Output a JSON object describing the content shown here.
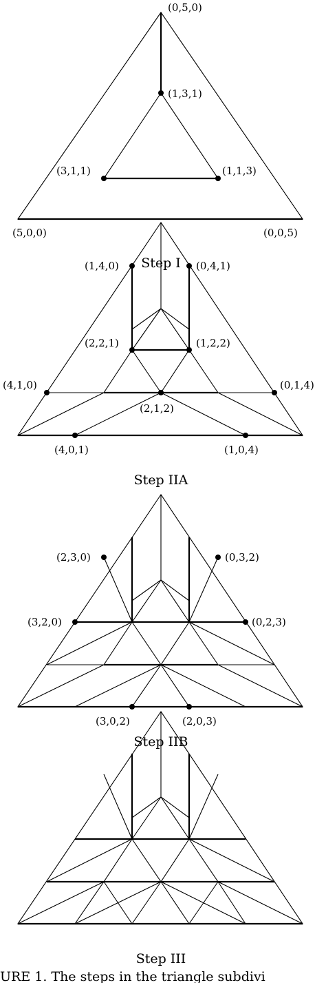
{
  "figure": {
    "panels": [
      {
        "id": "step-1",
        "caption": "Step I",
        "labels": [
          "(0,5,0)",
          "(1,3,1)",
          "(3,1,1)",
          "(1,1,3)",
          "(5,0,0)",
          "(0,0,5)"
        ]
      },
      {
        "id": "step-2a",
        "caption": "Step IIA",
        "labels": [
          "(1,4,0)",
          "(0,4,1)",
          "(2,2,1)",
          "(1,2,2)",
          "(4,1,0)",
          "(0,1,4)",
          "(2,1,2)",
          "(4,0,1)",
          "(1,0,4)"
        ]
      },
      {
        "id": "step-2b",
        "caption": "Step IIB",
        "labels": [
          "(2,3,0)",
          "(0,3,2)",
          "(3,2,0)",
          "(0,2,3)",
          "(3,0,2)",
          "(2,0,3)"
        ]
      },
      {
        "id": "step-3",
        "caption": "Step III",
        "labels": []
      }
    ],
    "caption_fragment": "URE 1. The steps in the triangle subdivi"
  }
}
